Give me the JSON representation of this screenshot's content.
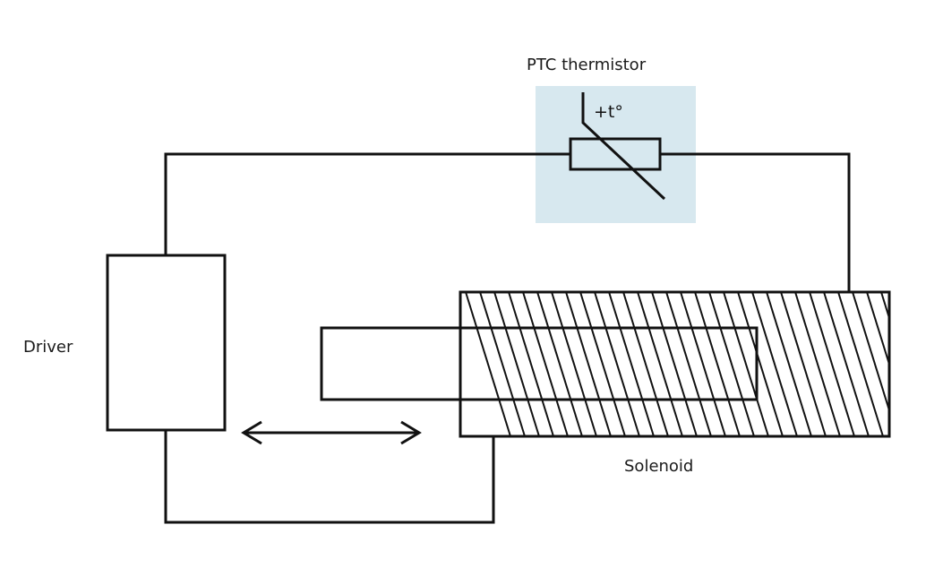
{
  "labels": {
    "ptc": "PTC thermistor",
    "driver": "Driver",
    "solenoid": "Solenoid",
    "temp_symbol": "+t°"
  },
  "colors": {
    "ptc_highlight": "#d7e8ef",
    "line": "#111111",
    "background": "#ffffff"
  }
}
